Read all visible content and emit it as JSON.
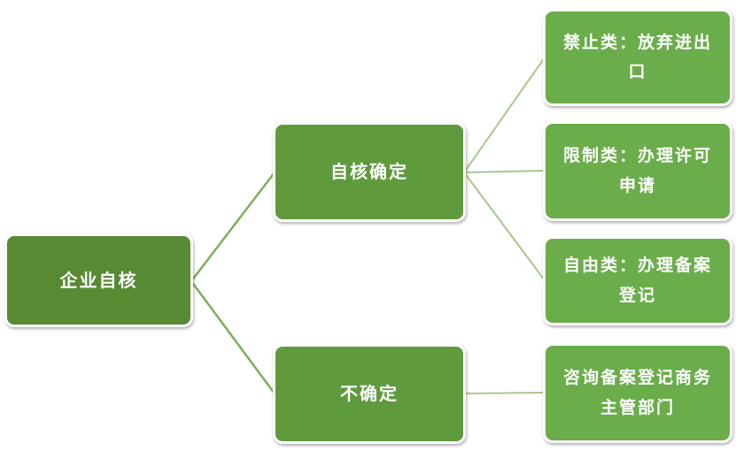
{
  "diagram": {
    "type": "tree-flowchart",
    "direction": "left-to-right",
    "root": {
      "label": "企业自核"
    },
    "branches": [
      {
        "label": "自核确定",
        "children": [
          {
            "label": "禁止类：放弃进出口"
          },
          {
            "label": "限制类：办理许可申请"
          },
          {
            "label": "自由类：办理备案登记"
          }
        ]
      },
      {
        "label": "不确定",
        "children": [
          {
            "label": "咨询备案登记商务主管部门"
          }
        ]
      }
    ]
  },
  "colors": {
    "background": "#ffffff",
    "box_root": "#578a33",
    "box_mid": "#5f9a3d",
    "box_leaf": "#6aad4a",
    "box_border": "#ffffff",
    "text": "#ffffff",
    "connector_left": "#7fae58",
    "connector_right": "#a9c68f"
  }
}
